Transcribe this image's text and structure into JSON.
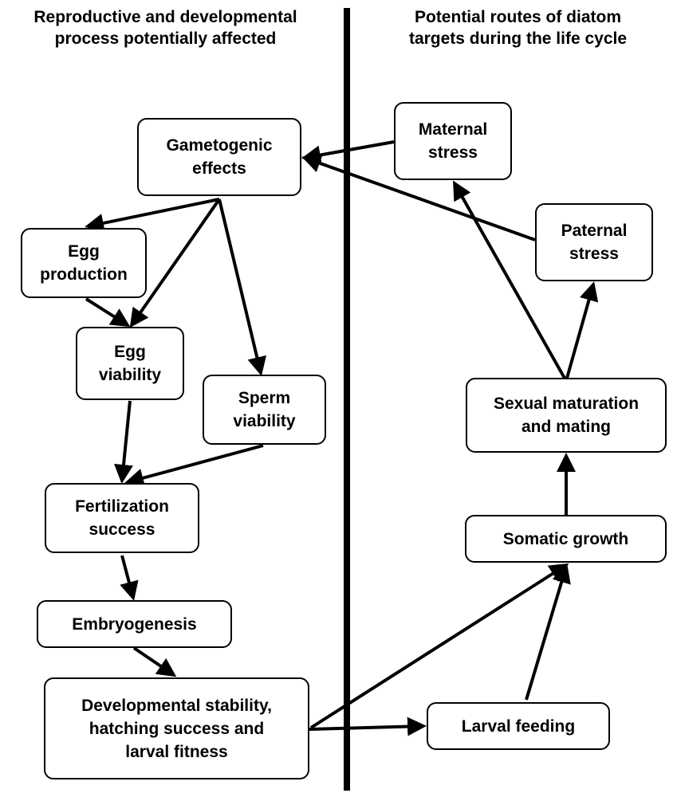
{
  "headers": {
    "left": "Reproductive and developmental\nprocess potentially affected",
    "right": "Potential routes of diatom\ntargets during the life cycle"
  },
  "nodes": {
    "gametogenic": "Gametogenic\neffects",
    "egg_production": "Egg\nproduction",
    "egg_viability": "Egg\nviability",
    "sperm_viability": "Sperm\nviability",
    "fertilization": "Fertilization\nsuccess",
    "embryogenesis": "Embryogenesis",
    "developmental": "Developmental stability,\nhatching success and\nlarval fitness",
    "maternal_stress": "Maternal\nstress",
    "paternal_stress": "Paternal\nstress",
    "sexual_maturation": "Sexual maturation\nand mating",
    "somatic_growth": "Somatic growth",
    "larval_feeding": "Larval feeding"
  },
  "colors": {
    "line": "#000000",
    "background": "#ffffff"
  }
}
